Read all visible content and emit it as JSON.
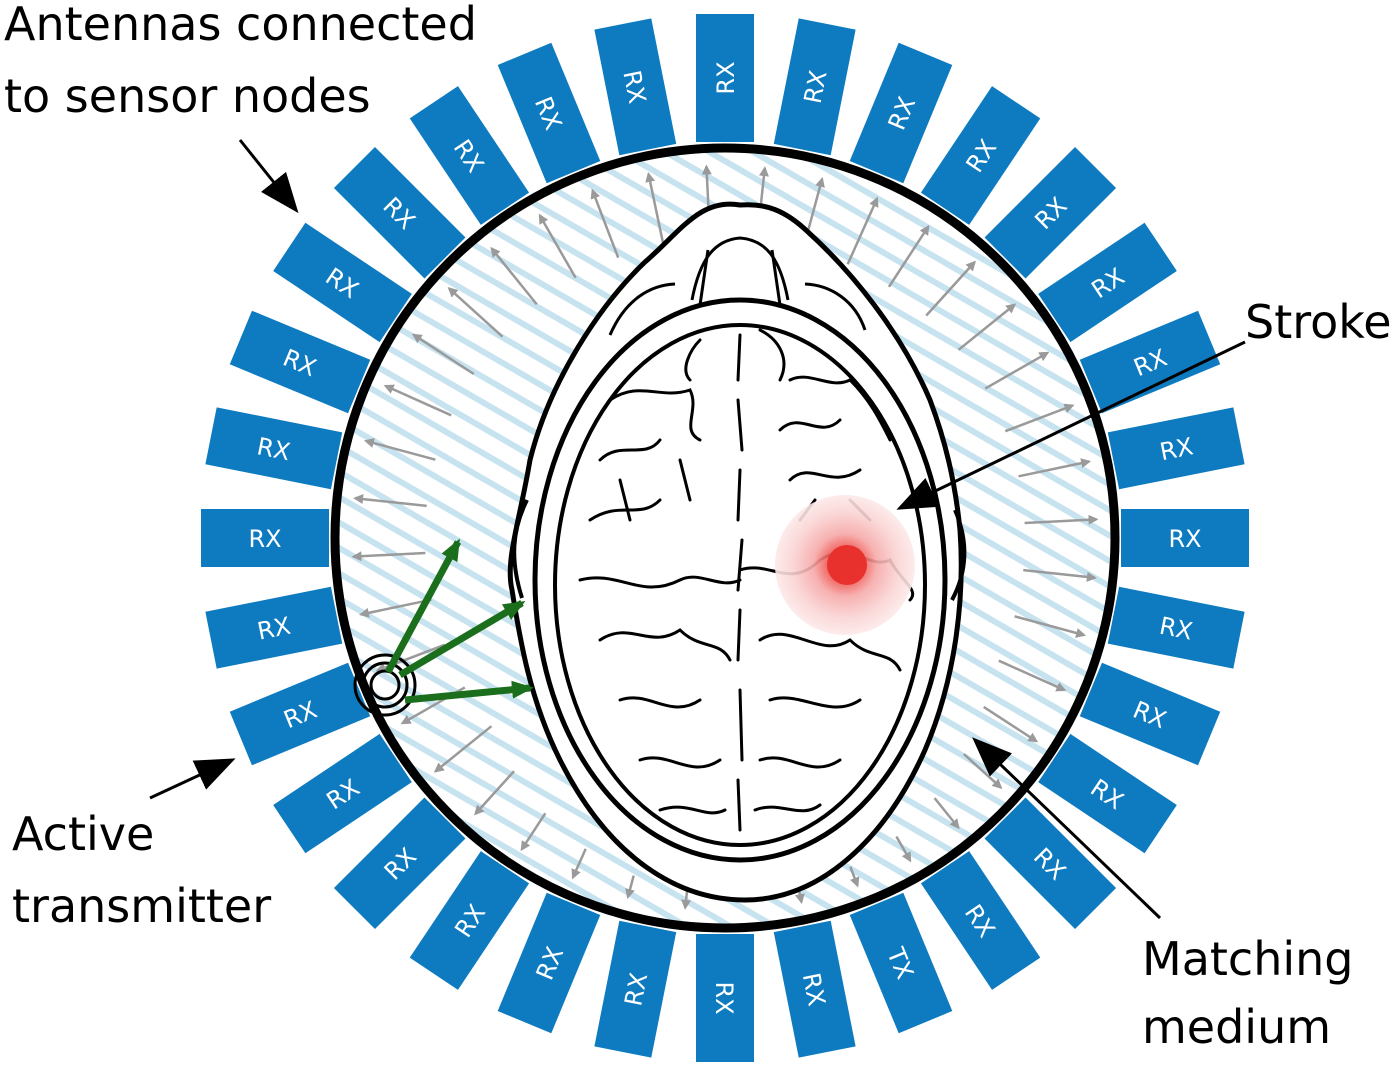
{
  "labels": {
    "antennas_line1": "Antennas connected",
    "antennas_line2": "to sensor nodes",
    "stroke": "Stroke",
    "active_line1": "Active",
    "active_line2": "transmitter",
    "matching_line1": "Matching",
    "matching_line2": "medium"
  },
  "antennas": [
    {
      "label": "RX"
    },
    {
      "label": "RX"
    },
    {
      "label": "RX"
    },
    {
      "label": "RX"
    },
    {
      "label": "RX"
    },
    {
      "label": "RX"
    },
    {
      "label": "RX"
    },
    {
      "label": "RX"
    },
    {
      "label": "RX"
    },
    {
      "label": "RX"
    },
    {
      "label": "RX"
    },
    {
      "label": "RX"
    },
    {
      "label": "RX"
    },
    {
      "label": "RX"
    },
    {
      "label": "RX"
    },
    {
      "label": "RX"
    },
    {
      "label": "RX"
    },
    {
      "label": "RX"
    },
    {
      "label": "RX"
    },
    {
      "label": "RX"
    },
    {
      "label": "RX"
    },
    {
      "label": "RX"
    },
    {
      "label": "TX"
    },
    {
      "label": "RX"
    },
    {
      "label": "RX"
    },
    {
      "label": "RX"
    },
    {
      "label": "RX"
    },
    {
      "label": "RX"
    },
    {
      "label": "RX"
    },
    {
      "label": "RX"
    },
    {
      "label": "RX"
    },
    {
      "label": "RX"
    }
  ],
  "colors": {
    "antenna": "#0e7bc0",
    "antenna_text": "#ffffff",
    "medium_hatch": "#c7e3ef",
    "outline": "#000000",
    "scatter_arrow": "#9a9a9a",
    "tx_arrow": "#1b6e1b",
    "stroke_core": "#e8312d",
    "stroke_halo": "#f7c4c4"
  }
}
